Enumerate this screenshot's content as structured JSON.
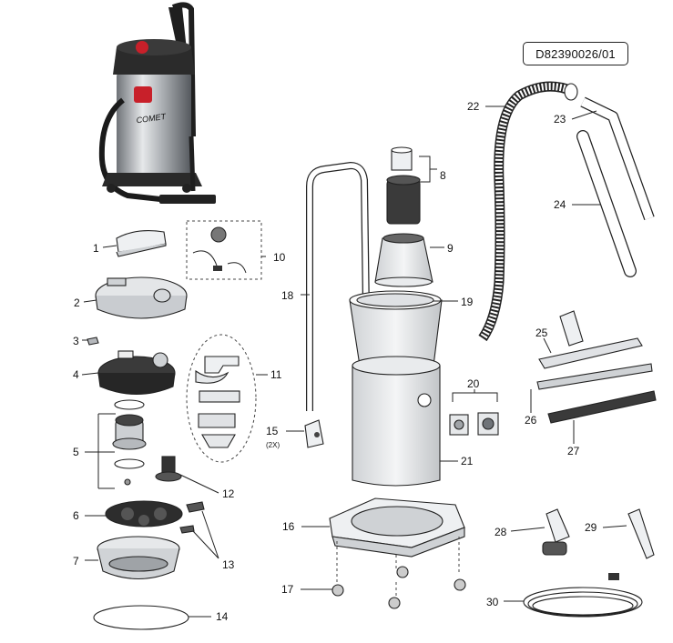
{
  "document_code": "D82390026/01",
  "brand_label": "COMET",
  "callouts": {
    "c1": "1",
    "c2": "2",
    "c3": "3",
    "c4": "4",
    "c5": "5",
    "c6": "6",
    "c7": "7",
    "c8": "8",
    "c9": "9",
    "c10": "10",
    "c11": "11",
    "c12": "12",
    "c13": "13",
    "c14": "14",
    "c15": "15",
    "c15_qty": "(2X)",
    "c16": "16",
    "c17": "17",
    "c18": "18",
    "c19": "19",
    "c20": "20",
    "c21": "21",
    "c22": "22",
    "c23": "23",
    "c24": "24",
    "c25": "25",
    "c26": "26",
    "c27": "27",
    "c28": "28",
    "c29": "29",
    "c30": "30"
  },
  "colors": {
    "accent_red": "#c8202a",
    "steel": "#b9bcc0",
    "dark_plastic": "#2a2a2a"
  }
}
